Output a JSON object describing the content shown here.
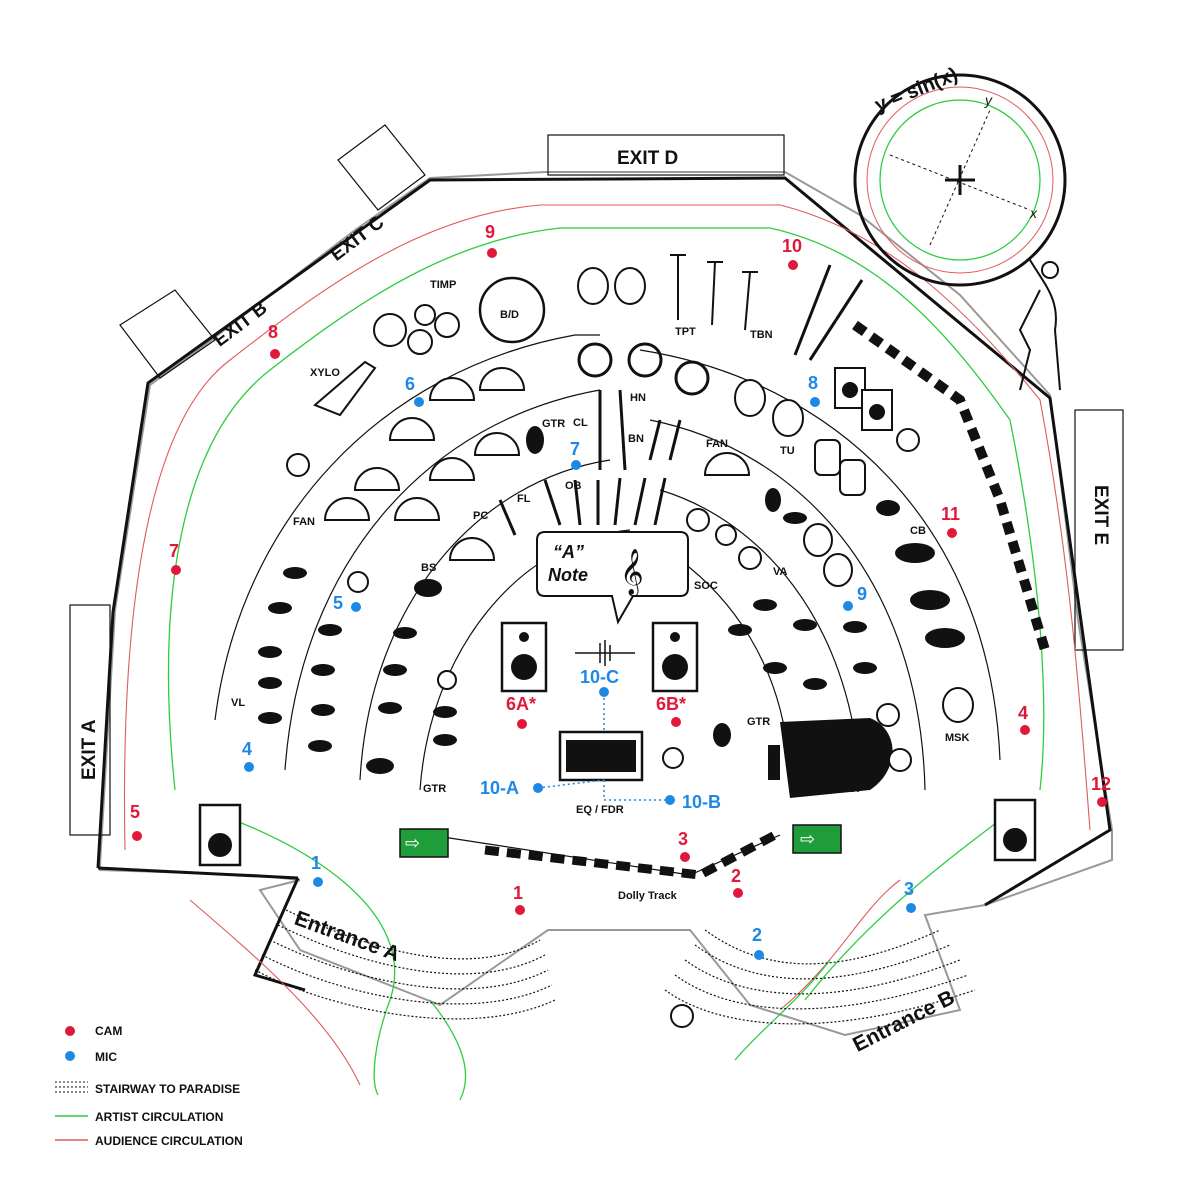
{
  "exits": {
    "a": "EXIT A",
    "b": "EXIT B",
    "c": "EXIT C",
    "d": "EXIT D",
    "e": "EXIT E"
  },
  "entrances": {
    "a": "Entrance A",
    "b": "Entrance B"
  },
  "formula": {
    "equation": "y = sin(x)",
    "x_axis": "x",
    "y_axis": "y"
  },
  "note_bubble": {
    "line1": "“A”",
    "line2": "Note"
  },
  "sections": {
    "timp": "TIMP",
    "bd": "B/D",
    "xylo": "XYLO",
    "tpt": "TPT",
    "tbn": "TBN",
    "hn": "HN",
    "cl": "CL",
    "gtr_top": "GTR",
    "bn": "BN",
    "ob": "OB",
    "fl": "FL",
    "pc": "PC",
    "fan_left": "FAN",
    "fan_right": "FAN",
    "tu": "TU",
    "bs": "BS",
    "soc": "SOC",
    "va": "VA",
    "cb": "CB",
    "vl": "VL",
    "gtr_left": "GTR",
    "gtr_right": "GTR",
    "gp": "GP",
    "msk": "MSK",
    "eq_fdr": "EQ / FDR",
    "dolly_track": "Dolly Track"
  },
  "cameras": [
    "1",
    "2",
    "3",
    "4",
    "5",
    "6A*",
    "6B*",
    "7",
    "8",
    "9",
    "10",
    "11",
    "12"
  ],
  "mics": [
    "1",
    "2",
    "3",
    "4",
    "5",
    "6",
    "7",
    "8",
    "9",
    "10-A",
    "10-B",
    "10-C"
  ],
  "legend": {
    "cam": "CAM",
    "mic": "MIC",
    "stairway": "STAIRWAY TO PARADISE",
    "artist": "ARTIST CIRCULATION",
    "audience": "AUDIENCE CIRCULATION"
  },
  "colors": {
    "cam": "#e0193a",
    "mic": "#1e88e5",
    "artist_circulation": "#2ecc40",
    "audience_circulation": "#e05a5a",
    "exit_sign": "#1f9d3a"
  }
}
